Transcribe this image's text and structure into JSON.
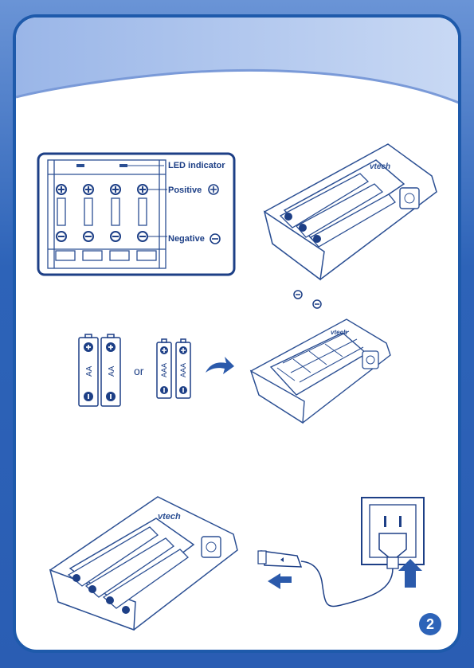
{
  "labels": {
    "led": "LED indicator",
    "positive": "Positive",
    "negative": "Negative",
    "or": "or",
    "aa": "AA",
    "aaa": "AAA",
    "brand": "vtech"
  },
  "page_number": "2",
  "colors": {
    "background": "#2d63b8",
    "ink": "#1d3f86",
    "line": "#2b4f93",
    "card": "#ffffff"
  },
  "icons": [
    "plus-icon",
    "minus-icon",
    "arrow-right-icon",
    "arrow-left-icon",
    "arrow-up-icon"
  ]
}
